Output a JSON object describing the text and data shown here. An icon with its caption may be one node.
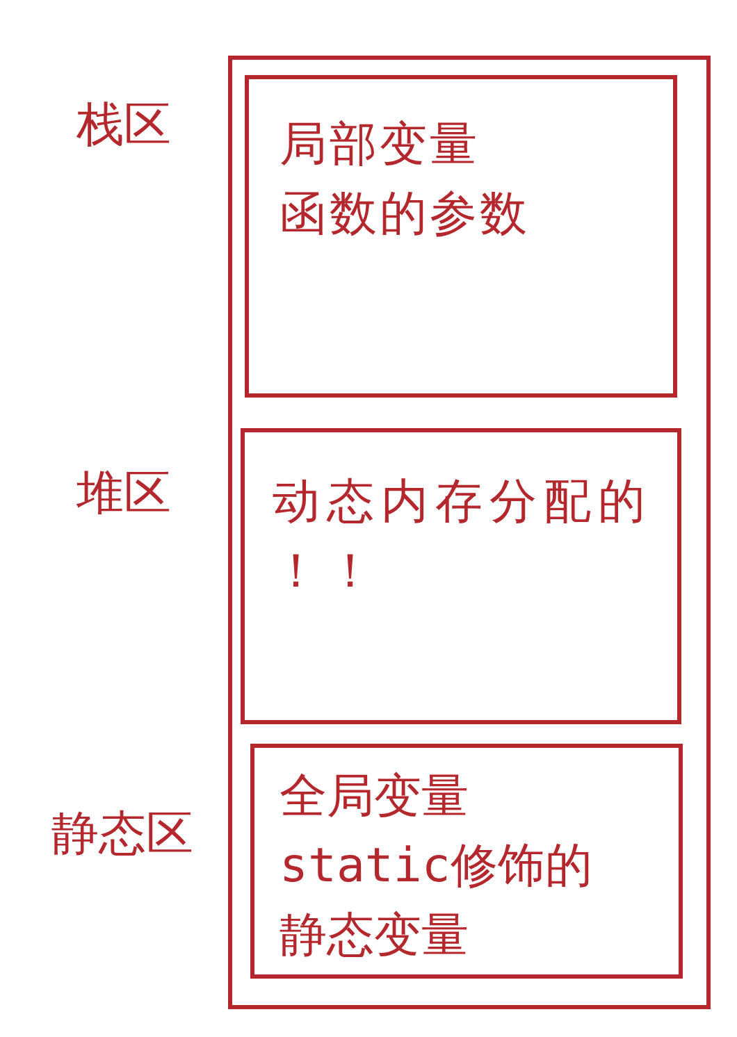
{
  "diagram": {
    "nodes": [
      {
        "text": [],
        "shape": "box"
      },
      {
        "text": [
          "局部变量",
          "函数的参数"
        ],
        "in": 0,
        "beside": [
          "栈区"
        ]
      },
      {
        "text": [
          "动态内存分配的！！"
        ],
        "in": 0,
        "beside": [
          "堆区"
        ]
      },
      {
        "text": [
          "全局变量",
          "static修饰的静态变量"
        ],
        "in": 0,
        "beside": [
          "静态区"
        ]
      }
    ]
  }
}
